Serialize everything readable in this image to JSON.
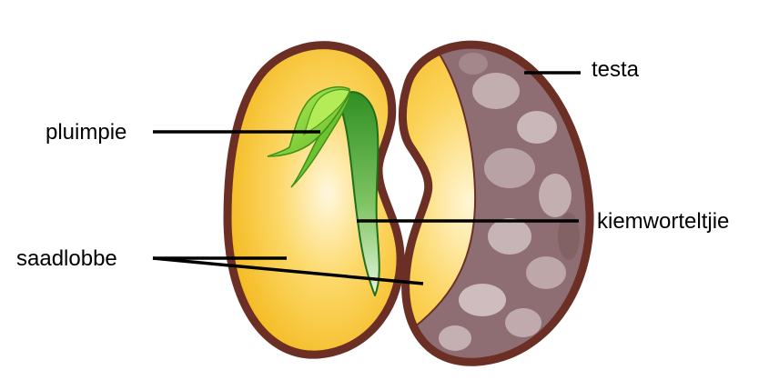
{
  "labels": {
    "testa": "testa",
    "pluimpie": "pluimpie",
    "kiemworteltjie": "kiemworteltjie",
    "saadlobbe": "saadlobbe"
  },
  "colors": {
    "outline": "#6b2f26",
    "cotyledon": "#f7c93e",
    "cotyledon_highlight": "#fff6d8",
    "testa": "#8e6e72",
    "testa_light": "#d6c6c8",
    "plumule": "#8cd33c",
    "radicle": "#3d9a2a",
    "radicle_light": "#d9f0cf",
    "leader_line": "#000000"
  }
}
